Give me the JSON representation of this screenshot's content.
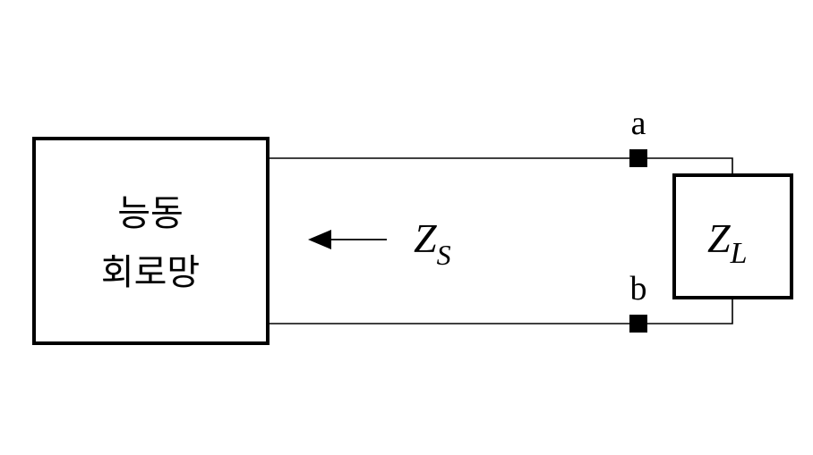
{
  "network": {
    "label_line1": "능동",
    "label_line2": "회로망"
  },
  "source_impedance": {
    "symbol": "Z",
    "subscript": "S"
  },
  "load_impedance": {
    "symbol": "Z",
    "subscript": "L"
  },
  "terminals": {
    "a": "a",
    "b": "b"
  }
}
